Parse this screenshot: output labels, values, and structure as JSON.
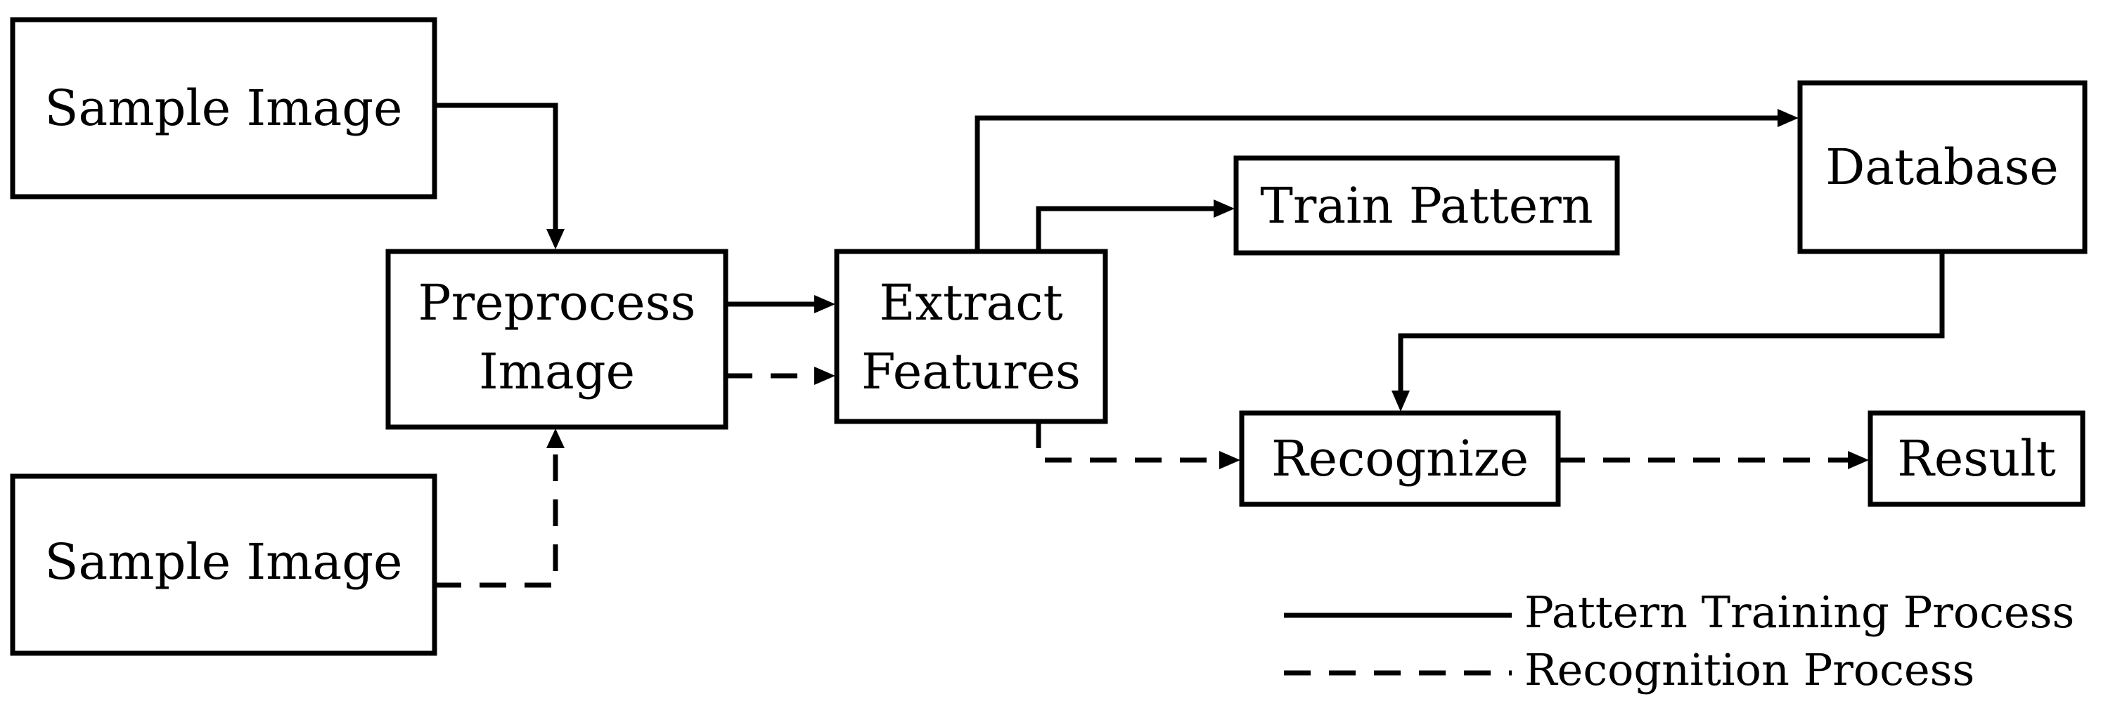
{
  "nodes": {
    "sample_image_training": "Sample Image",
    "sample_image_recognition": "Sample Image",
    "preprocess_image": [
      "Preprocess",
      "Image"
    ],
    "extract_features": [
      "Extract",
      "Features"
    ],
    "train_pattern": "Train Pattern",
    "database": "Database",
    "recognize": "Recognize",
    "result": "Result"
  },
  "edges": [
    {
      "from": "sample_image_training",
      "to": "preprocess_image",
      "style": "solid"
    },
    {
      "from": "sample_image_recognition",
      "to": "preprocess_image",
      "style": "dashed"
    },
    {
      "from": "preprocess_image",
      "to": "extract_features",
      "style": "solid"
    },
    {
      "from": "preprocess_image",
      "to": "extract_features",
      "style": "dashed"
    },
    {
      "from": "extract_features",
      "to": "database",
      "style": "solid"
    },
    {
      "from": "extract_features",
      "to": "train_pattern",
      "style": "solid"
    },
    {
      "from": "database",
      "to": "recognize",
      "style": "solid"
    },
    {
      "from": "extract_features",
      "to": "recognize",
      "style": "dashed"
    },
    {
      "from": "recognize",
      "to": "result",
      "style": "dashed"
    }
  ],
  "legend": {
    "solid": "Pattern Training Process",
    "dashed": "Recognition Process"
  },
  "colors": {
    "stroke": "#000000",
    "background": "#ffffff"
  }
}
